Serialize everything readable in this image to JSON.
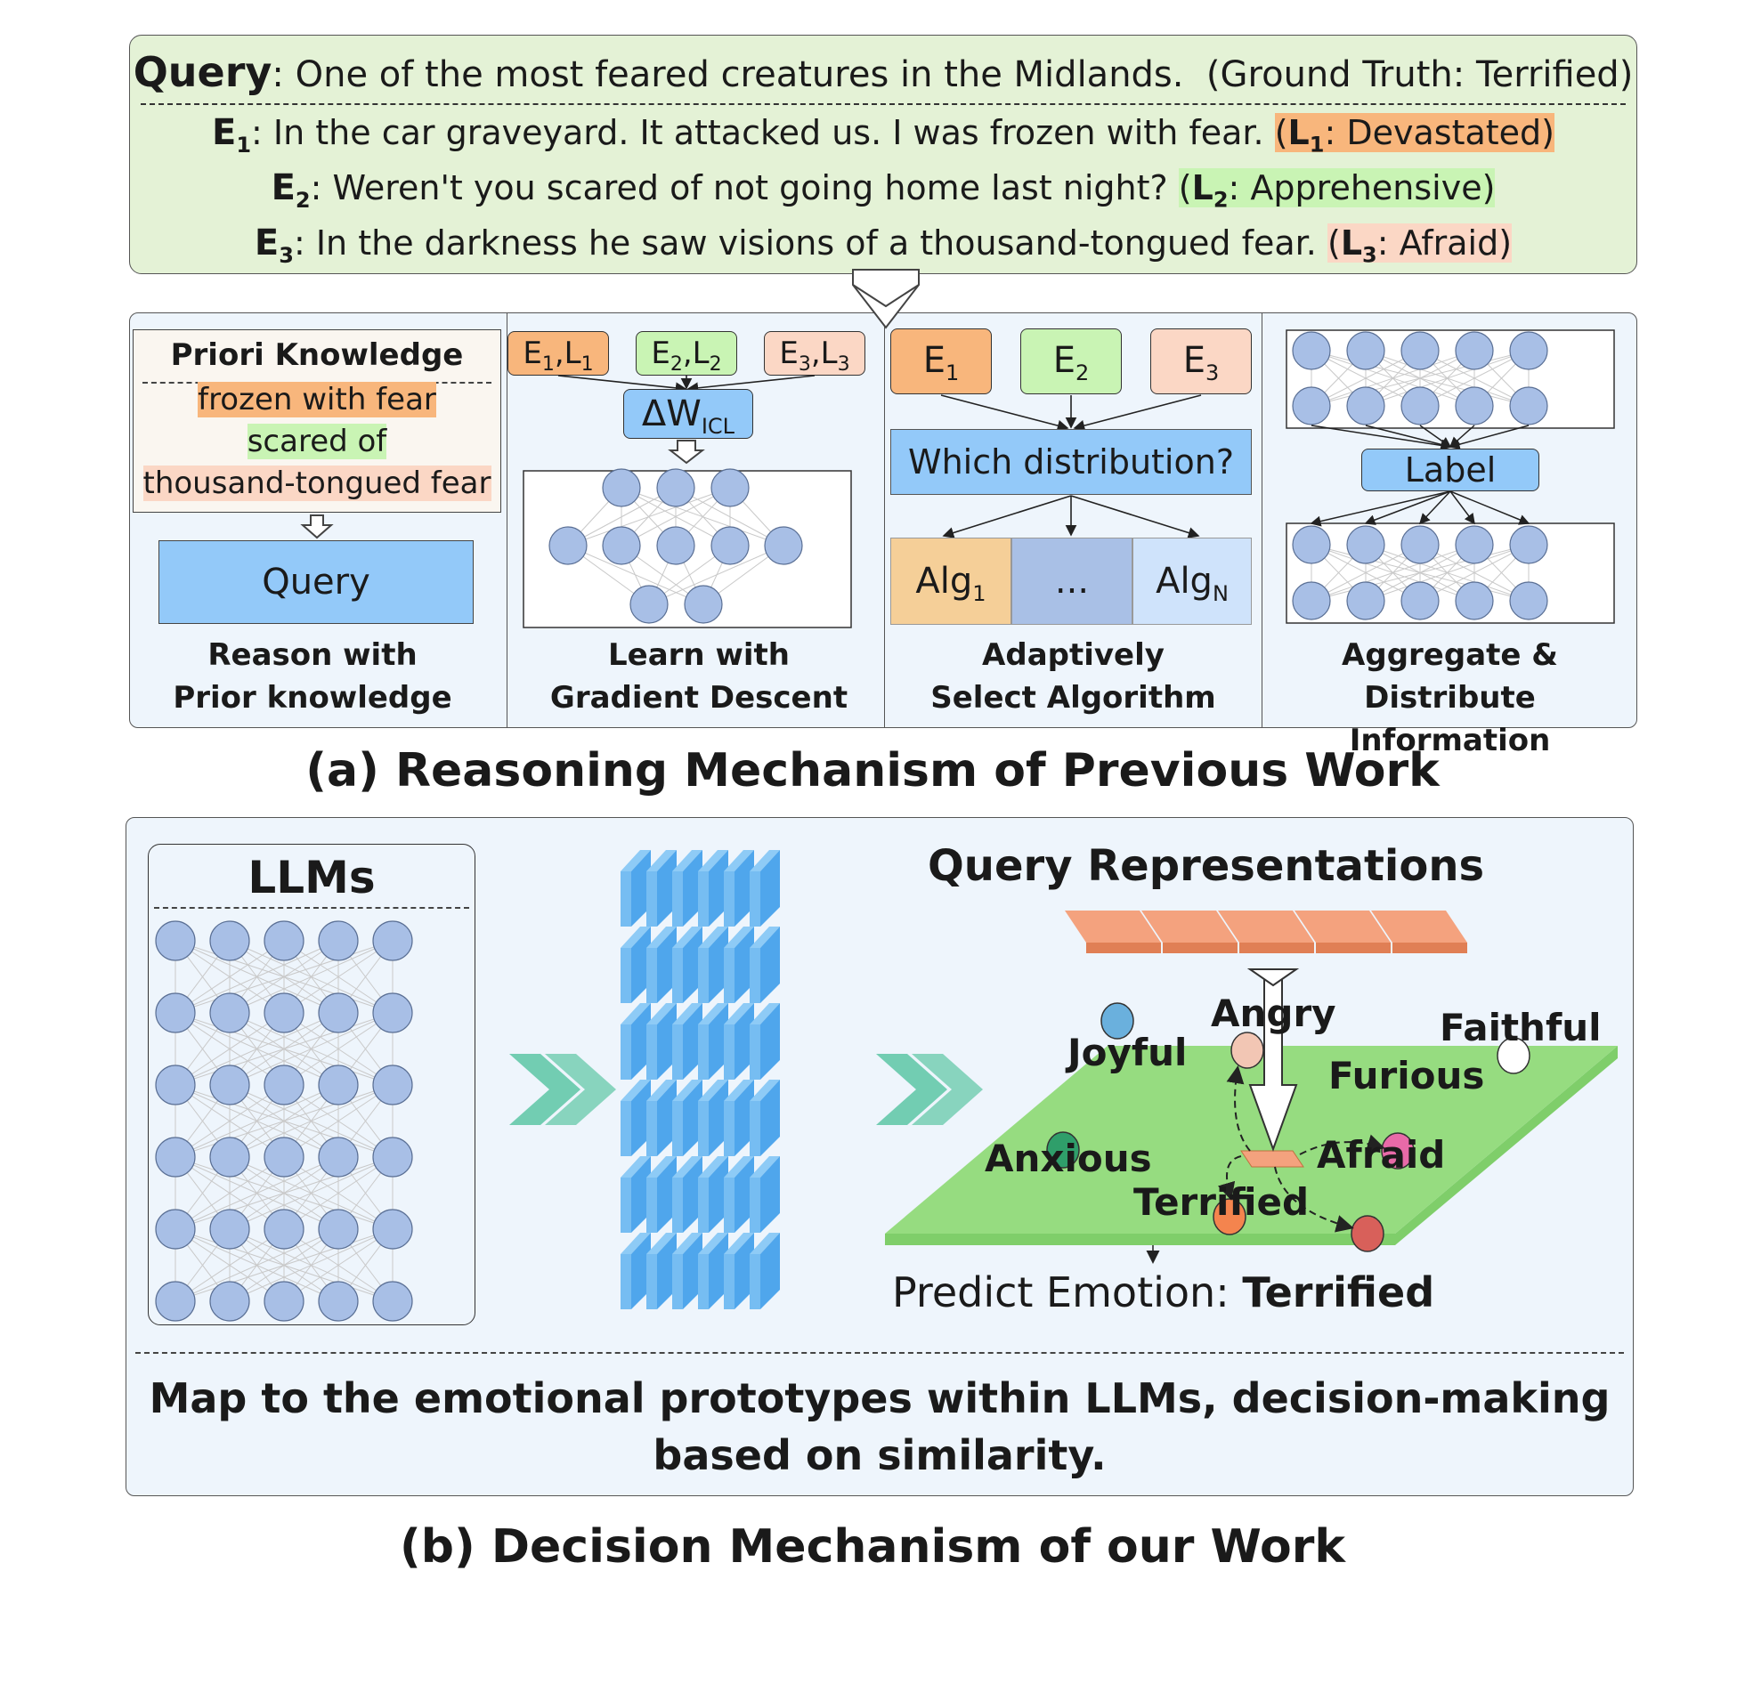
{
  "query": {
    "label": "Query",
    "text": ": One of the most feared creatures in the Midlands.",
    "ground_truth": "(Ground Truth: Terrified)"
  },
  "examples": [
    {
      "label": "E",
      "sub": "1",
      "text": ": In the car graveyard. It attacked us. I was frozen with fear.",
      "tag_label": "L",
      "tag_sub": "1",
      "tag_text": ": Devastated)",
      "color": "#f8b67c"
    },
    {
      "label": "E",
      "sub": "2",
      "text": ": Weren't you scared of not going home last night?",
      "tag_label": "L",
      "tag_sub": "2",
      "tag_text": ": Apprehensive)",
      "color": "#c9f4b4"
    },
    {
      "label": "E",
      "sub": "3",
      "text": ": In the darkness he saw visions of a thousand-tongued fear.",
      "tag_label": "L",
      "tag_sub": "3",
      "tag_text": ": Afraid)",
      "color": "#fbd7c5"
    }
  ],
  "panel_a": {
    "priori": {
      "title": "Priori Knowledge",
      "phrases": [
        "frozen with fear",
        "scared of",
        "thousand-tongued fear"
      ],
      "query_node": "Query",
      "caption_1": "Reason with",
      "caption_2": "Prior knowledge"
    },
    "gradient": {
      "pairs": [
        {
          "e": "E",
          "e_sub": "1",
          "l": "L",
          "l_sub": "1"
        },
        {
          "e": "E",
          "e_sub": "2",
          "l": "L",
          "l_sub": "2"
        },
        {
          "e": "E",
          "e_sub": "3",
          "l": "L",
          "l_sub": "3"
        }
      ],
      "delta_main": "ΔW",
      "delta_sub": "ICL",
      "caption_1": "Learn with",
      "caption_2": "Gradient Descent"
    },
    "adaptive": {
      "examples": [
        {
          "e": "E",
          "sub": "1"
        },
        {
          "e": "E",
          "sub": "2"
        },
        {
          "e": "E",
          "sub": "3"
        }
      ],
      "question": "Which distribution?",
      "alg_first": "Alg",
      "alg_first_sub": "1",
      "alg_mid": "...",
      "alg_last": "Alg",
      "alg_last_sub": "N",
      "caption_1": "Adaptively",
      "caption_2": "Select Algorithm"
    },
    "aggregate": {
      "label_node": "Label",
      "caption_1": "Aggregate & Distribute",
      "caption_2": "Information"
    },
    "title": "(a) Reasoning Mechanism of Previous Work"
  },
  "panel_b": {
    "llm_title": "LLMs",
    "qr_title": "Query Representations",
    "emotions": {
      "angry": "Angry",
      "joyful": "Joyful",
      "faithful": "Faithful",
      "furious": "Furious",
      "anxious": "Anxious",
      "afraid": "Afraid",
      "terrified": "Terrified"
    },
    "predict_label": "Predict Emotion: ",
    "predict_value": "Terrified",
    "summary_1": "Map to the emotional prototypes within LLMs, decision-making",
    "summary_2": "based on similarity.",
    "title": "(b) Decision Mechanism of our Work"
  },
  "colors": {
    "query_bg": "#e4f2d6",
    "panel_bg": "#eef5fc",
    "node_blue": "#93c9f9",
    "neuron": "#a8bfe6",
    "orange": "#f8b67c",
    "green": "#c9f4b4",
    "pink": "#fbd7c5",
    "plane": "#96dc80",
    "chevron": "#5cc6a4",
    "qr_block": "#f4a27e"
  }
}
